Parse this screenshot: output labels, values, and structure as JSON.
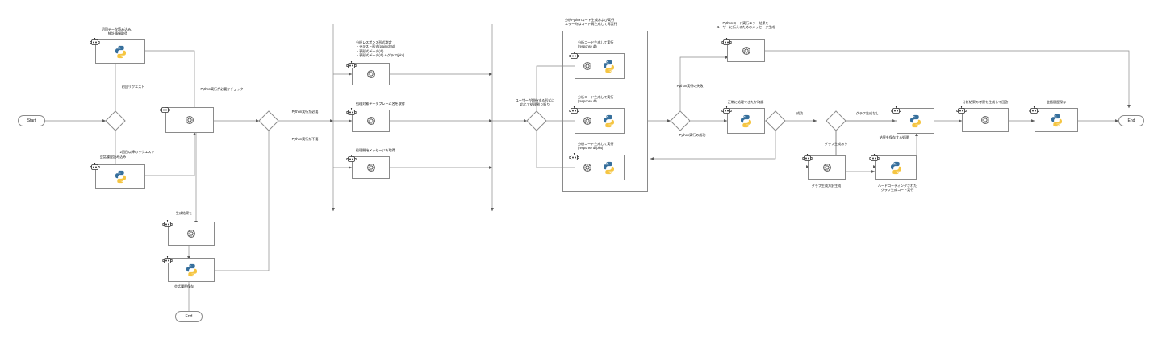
{
  "diagram": {
    "title": "LangGraph data-analysis agent flow",
    "terminals": {
      "start": "Start",
      "end": "End",
      "end2": "End"
    },
    "labels": {
      "n_initial_load": "初回データ読み込み、\n統計情報取得",
      "e_first_request": "初回リクエスト",
      "e_second_request": "2回目以降のリクエスト",
      "n_history_load": "会話履歴読み込み",
      "e_need_python_check": "Python実行が必要かチェック",
      "e_python_required": "Python実行が必要",
      "e_python_not_required": "Python実行が不要",
      "n_response_format": "分析レスポンス形式判定\n・テキスト形式(plain/chat)\n・表形式データ(df)\n・表形式データ(df) + グラフ(plot)",
      "n_get_dataframe": "処理対象データフレーム名を取得",
      "n_get_start_message": "処理開始メッセージを取得",
      "e_dispatch_by_format": "ユーザーが期待する形式に\n応じて処理割り振り",
      "g_python_group": "分析Pythonコード生成および実行\nエラー時はコード再生成して再実行",
      "n_code_df": "分析コード生成して実行\n(response df)",
      "n_code_dt": "分析コード生成して実行\n(response df)",
      "n_code_dfplot": "分析コード生成して実行\n(response df/plot)",
      "n_error_message": "Pythonコード実行エラー結果を\nユーザーに伝えるためのメッセージ生成",
      "e_python_failed": "Python実行の失敗",
      "e_python_success": "Python実行の成功",
      "n_verify_ok": "正常に処理できたか確認",
      "e_success": "成功",
      "e_no_graph": "グラフ生成なし",
      "e_has_graph": "グラフ生成あり",
      "n_graph_policy": "グラフ生成方針生成",
      "n_hardcoded_graph": "ハードコーディングされた\nグラフ生成コード実行",
      "e_save_result": "結果を保存する処理",
      "n_analysis_summary": "分析結果の考察を生成して回答",
      "n_save_history_right": "会話履歴保存",
      "e_gen_result": "生成結果を",
      "e_save_history_left": "会話履歴保存"
    },
    "icons": {
      "agent": "robot-icon",
      "process": "brain-icon",
      "python": "python-logo-icon"
    },
    "colors": {
      "stroke": "#8a8a8a",
      "text": "#111111",
      "python_blue": "#366f9c",
      "python_yellow": "#f5c542"
    }
  }
}
